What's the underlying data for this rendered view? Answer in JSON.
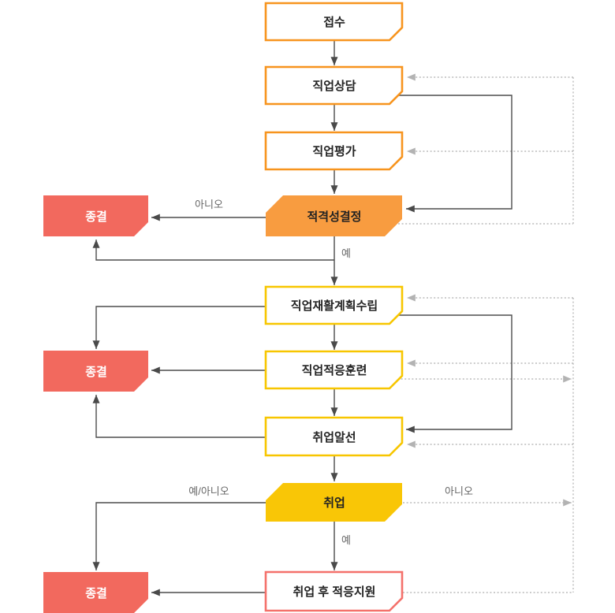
{
  "diagram_type": "flowchart",
  "nodes": {
    "reception": {
      "label": "접수"
    },
    "counseling": {
      "label": "직업상담"
    },
    "evaluation": {
      "label": "직업평가"
    },
    "eligibility": {
      "label": "적격성결정"
    },
    "termination1": {
      "label": "종결"
    },
    "rehab_plan": {
      "label": "직업재활계획수립"
    },
    "termination2": {
      "label": "종결"
    },
    "adaptation_training": {
      "label": "직업적응훈련"
    },
    "job_placement": {
      "label": "취업알선"
    },
    "employment": {
      "label": "취업"
    },
    "termination3": {
      "label": "종결"
    },
    "post_employment_support": {
      "label": "취업 후 적응지원"
    }
  },
  "edge_labels": {
    "eligibility_no": "아니오",
    "eligibility_yes": "예",
    "employment_yes_no": "예/아니오",
    "employment_no": "아니오",
    "employment_yes": "예"
  },
  "colors": {
    "orange_border": "#F7941E",
    "orange_fill": "#F89C40",
    "gold_border": "#F7C600",
    "gold_fill": "#F9C606",
    "salmon_fill": "#F2695E",
    "salmon_border": "#F4716B",
    "solid_line": "#4D4D4D",
    "dotted_line": "#BBBBBB",
    "box_text": "#232323",
    "termination_text": "#FFFFFF",
    "edge_label_text": "#666666"
  }
}
